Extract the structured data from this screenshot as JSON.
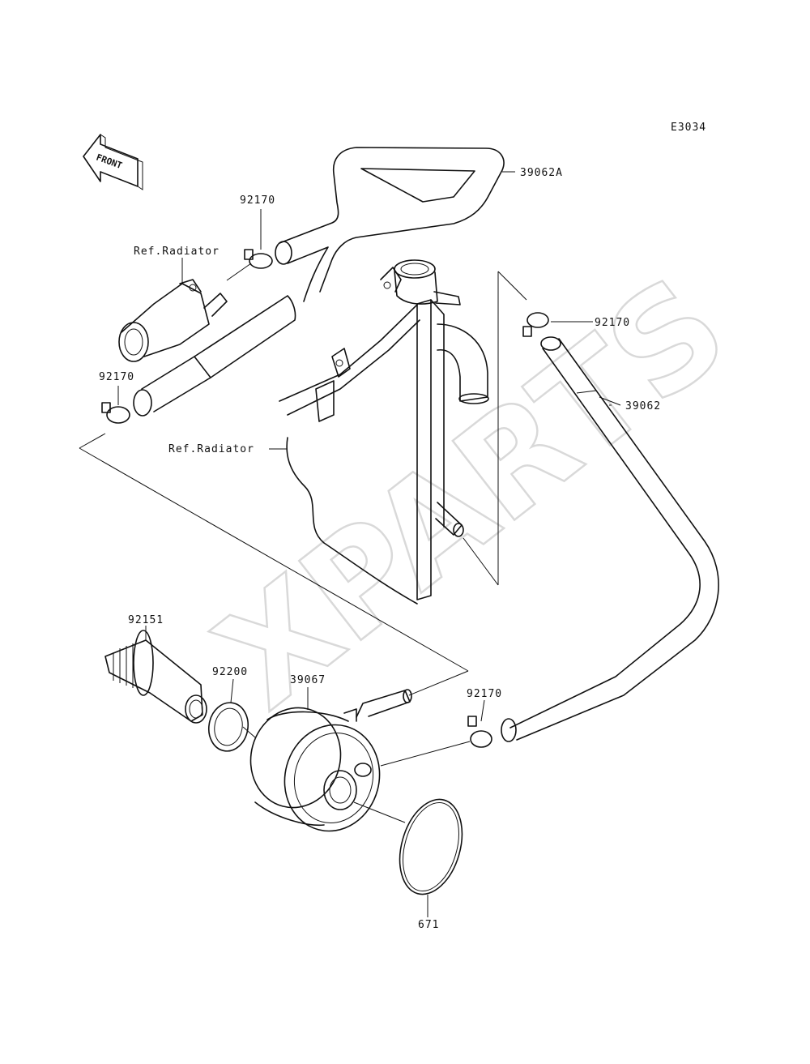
{
  "diagram": {
    "code": "E3034",
    "direction_label": "FRONT",
    "watermark": "XPARTS",
    "labels": {
      "hose_upper": "39062A",
      "hose_lower": "39062",
      "clamp_top_left": "92170",
      "clamp_mid_left": "92170",
      "clamp_top_right": "92170",
      "clamp_lower_right": "92170",
      "ref_radiator_top": "Ref.Radiator",
      "ref_radiator_mid": "Ref.Radiator",
      "bolt": "92151",
      "gasket": "92200",
      "oil_cooler": "39067",
      "o_ring": "671"
    }
  }
}
